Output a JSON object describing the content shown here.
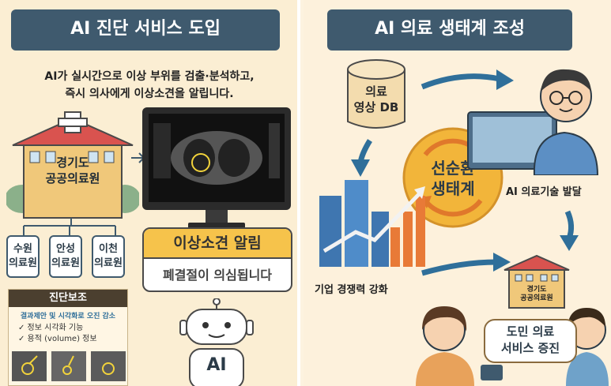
{
  "left": {
    "title": "AI 진단 서비스 도입",
    "description_line1": "AI가 실시간으로 이상 부위를 검출·분석하고,",
    "description_line2": "즉시 의사에게 이상소견을 알립니다.",
    "hospital_line1": "경기도",
    "hospital_line2": "공공의료원",
    "branches": [
      {
        "line1": "수원",
        "line2": "의료원"
      },
      {
        "line1": "안성",
        "line2": "의료원"
      },
      {
        "line1": "이천",
        "line2": "의료원"
      }
    ],
    "support_title": "진단보조",
    "support_subtitle": "결과제안 및 시각화로 오진 감소",
    "support_items": [
      "✓ 정보 시각화 기능",
      "✓ 용적 (volume) 정보"
    ],
    "alert_title": "이상소견 알림",
    "alert_message": "폐결절이 의심됩니다",
    "robot_label": "AI"
  },
  "right": {
    "title": "AI 의료 생태계 조성",
    "db_line1": "의료",
    "db_line2": "영상 DB",
    "cycle_line1": "선순환",
    "cycle_line2": "생태계",
    "tech_label": "AI 의료기술 발달",
    "industry_label": "기업 경쟁력 강화",
    "hospital_line1": "경기도",
    "hospital_line2": "공공의료원",
    "service_line1": "도민 의료",
    "service_line2": "서비스 증진"
  },
  "colors": {
    "banner": "#3f5a6e",
    "background": "#fdf1dc",
    "alert_header": "#f6c34b",
    "arrow": "#2f6f9a",
    "building": "#f0c87a",
    "roof": "#d9534f"
  }
}
